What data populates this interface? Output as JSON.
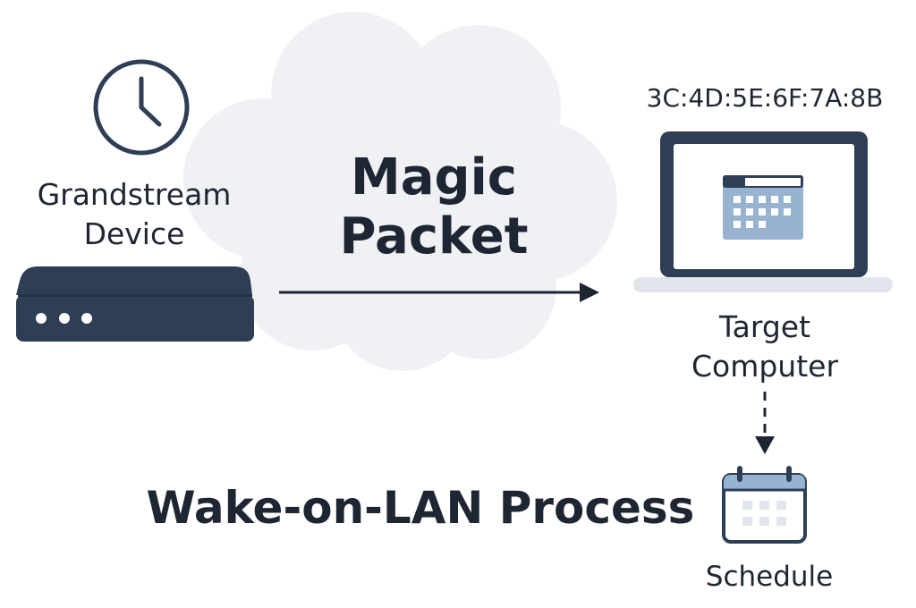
{
  "colors": {
    "navy": "#2d3e55",
    "cloud": "#eff1f4",
    "screen_blue": "#97b3cf",
    "light_gray": "#e2e6ec",
    "text": "#1f2633"
  },
  "device": {
    "label_line1": "Grandstream",
    "label_line2": "Device",
    "icon": "clock-icon",
    "hardware_icon": "network-device-icon"
  },
  "packet": {
    "label_line1": "Magic",
    "label_line2": "Packet",
    "background_icon": "cloud-shape"
  },
  "target": {
    "mac_address": "3C:4D:5E:6F:7A:8B",
    "label_line1": "Target",
    "label_line2": "Computer",
    "icon": "laptop-icon"
  },
  "schedule": {
    "label": "Schedule",
    "icon": "calendar-icon"
  },
  "title": "Wake-on-LAN Process"
}
